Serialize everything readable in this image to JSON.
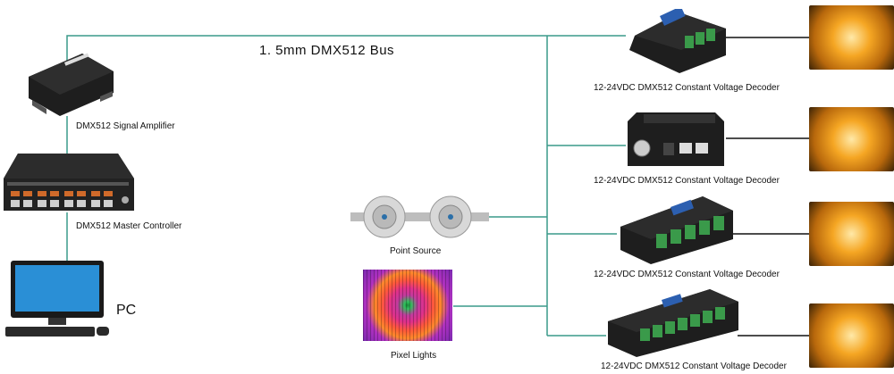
{
  "bus_label": "1. 5mm  DMX512  Bus",
  "amplifier_label": "DMX512 Signal Amplifier",
  "master_label": "DMX512 Master Controller",
  "pc_label": "PC",
  "point_source_label": "Point Source",
  "pixel_lights_label": "Pixel Lights",
  "decoders": [
    {
      "label": "12-24VDC DMX512 Constant  Voltage Decoder"
    },
    {
      "label": "12-24VDC DMX512 Constant  Voltage Decoder"
    },
    {
      "label": "12-24VDC DMX512 Constant  Voltage Decoder"
    },
    {
      "label": "12-24VDC DMX512 Constant  Voltage Decoder"
    }
  ],
  "colors": {
    "wire": "#3a9a8a",
    "device": "#1e1e1e",
    "terminal": "#3a9a4a",
    "led": "#f5a623"
  }
}
